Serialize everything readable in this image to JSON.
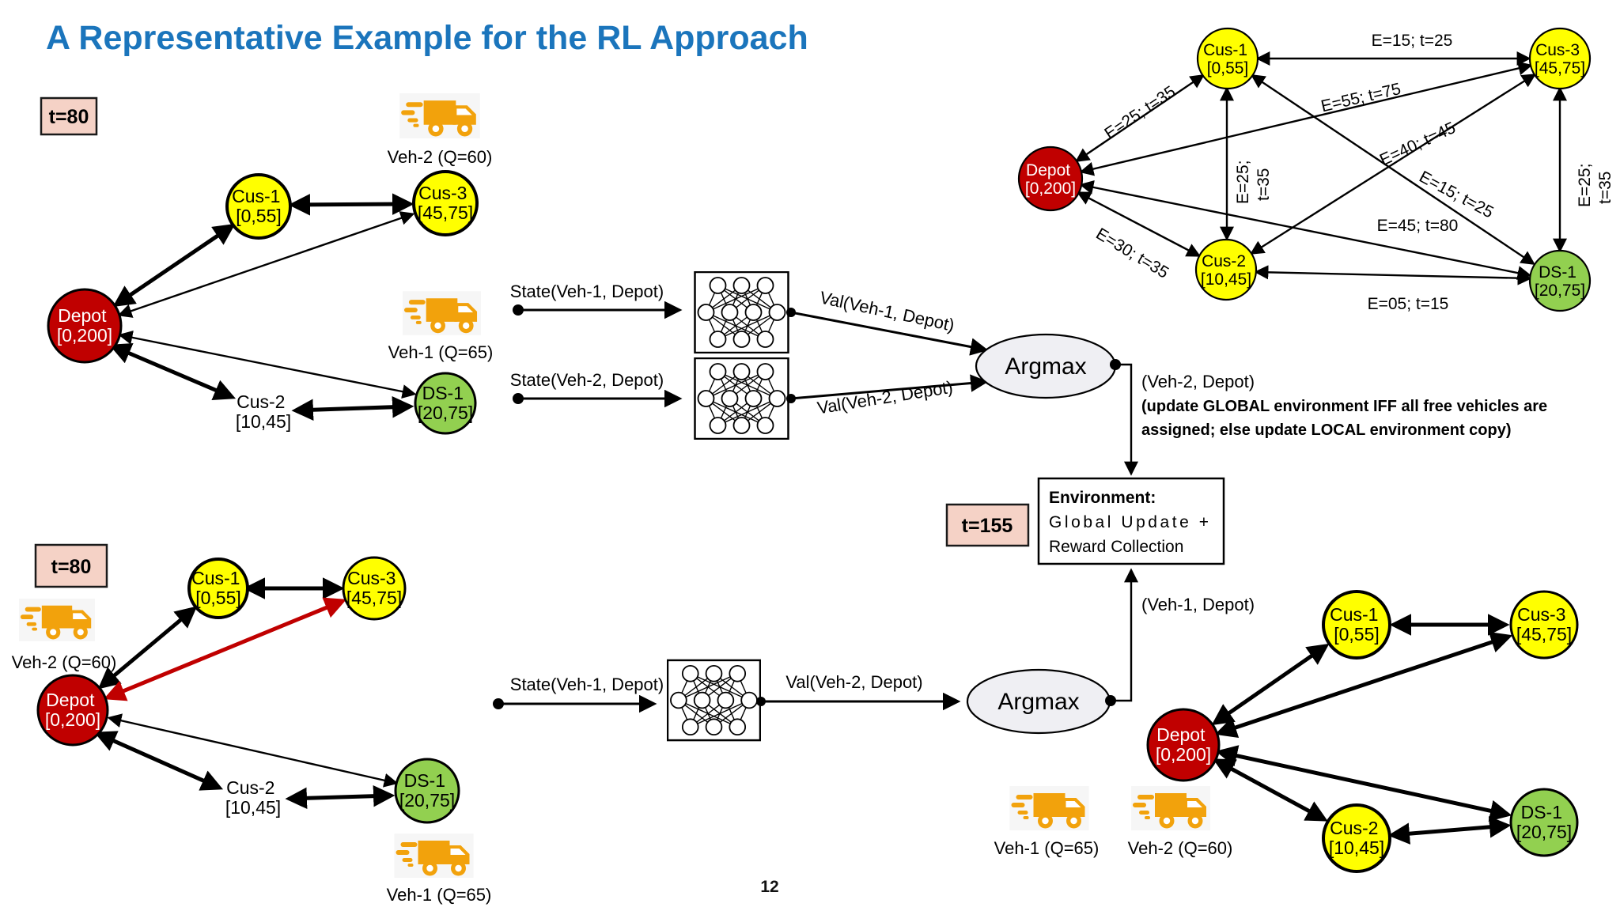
{
  "title": "A Representative Example for the RL Approach",
  "page_number": "12",
  "time_badges": {
    "top_left": "t=80",
    "bottom_left": "t=80",
    "middle": "t=155"
  },
  "vehicle_labels": {
    "veh1": "Veh-1 (Q=65)",
    "veh2": "Veh-2 (Q=60)"
  },
  "nodes": {
    "depot": {
      "name": "Depot",
      "window": "[0,200]"
    },
    "cus1": {
      "name": "Cus-1",
      "window": "[0,55]"
    },
    "cus2": {
      "name": "Cus-2",
      "window": "[10,45]"
    },
    "cus3": {
      "name": "Cus-3",
      "window": "[45,75]"
    },
    "ds1": {
      "name": "DS-1",
      "window": "[20,75]"
    }
  },
  "edge_labels": {
    "depot_cus1": "E=25; t=35",
    "cus1_cus3": "E=15; t=25",
    "depot_cus3": "E=55; t=75",
    "cus2_cus3": "E=40; t=45",
    "cus1_cus2_line1": "E=25;",
    "cus1_cus2_line2": "t=35",
    "cus1_ds1": "E=15; t=25",
    "depot_ds1": "E=45; t=80",
    "cus3_ds1_line1": "E=25;",
    "cus3_ds1_line2": "t=35",
    "depot_cus2": "E=30; t=35",
    "cus2_ds1": "E=05; t=15"
  },
  "pipeline_top": {
    "state1": "State(Veh-1, Depot)",
    "state2": "State(Veh-2, Depot)",
    "val1": "Val(Veh-1, Depot)",
    "val2": "Val(Veh-2, Depot)",
    "argmax": "Argmax",
    "action": "(Veh-2, Depot)",
    "note1": "(update GLOBAL environment IFF all free vehicles are",
    "note2": "assigned; else update LOCAL environment copy)"
  },
  "pipeline_bottom": {
    "state1": "State(Veh-1, Depot)",
    "val": "Val(Veh-2, Depot)",
    "argmax": "Argmax",
    "action": "(Veh-1, Depot)"
  },
  "environment_box": {
    "line1": "Environment:",
    "line2": "Global Update +",
    "line3": "Reward Collection"
  },
  "colors": {
    "accent_blue": "#1B75BC",
    "depot_red": "#C00000",
    "customer_yellow": "#FFFF00",
    "station_green": "#92D050",
    "badge_pink": "#F5D2C6",
    "truck_orange": "#F2A20C",
    "highlight_red": "#C00000"
  }
}
